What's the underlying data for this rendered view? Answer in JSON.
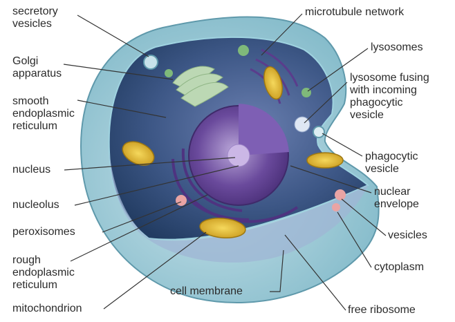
{
  "labels": {
    "secretory_vesicles": "secretory\nvesicles",
    "golgi": "Golgi\napparatus",
    "smooth_er": "smooth\nendoplasmic\nreticulum",
    "nucleus": "nucleus",
    "nucleolus": "nucleolus",
    "peroxisomes": "peroxisomes",
    "rough_er": "rough\nendoplasmic\nreticulum",
    "mitochondrion": "mitochondrion",
    "microtubule": "microtubule network",
    "lysosomes": "lysosomes",
    "lysosome_fusing": "lysosome fusing\nwith incoming\nphagocytic\nvesicle",
    "phagocytic": "phagocytic\nvesicle",
    "nuclear_envelope": "nuclear\nenvelope",
    "vesicles": "vesicles",
    "cytoplasm": "cytoplasm",
    "cell_membrane": "cell membrane",
    "free_ribosome": "free ribosome"
  },
  "colors": {
    "membrane": "#9cc9d4",
    "cytoplasm": "#2c4870",
    "nucleus": "#5a3d8c",
    "mitochondrion": "#e0b830",
    "golgi": "#b8d6b0",
    "label": "#2b2b2b"
  }
}
